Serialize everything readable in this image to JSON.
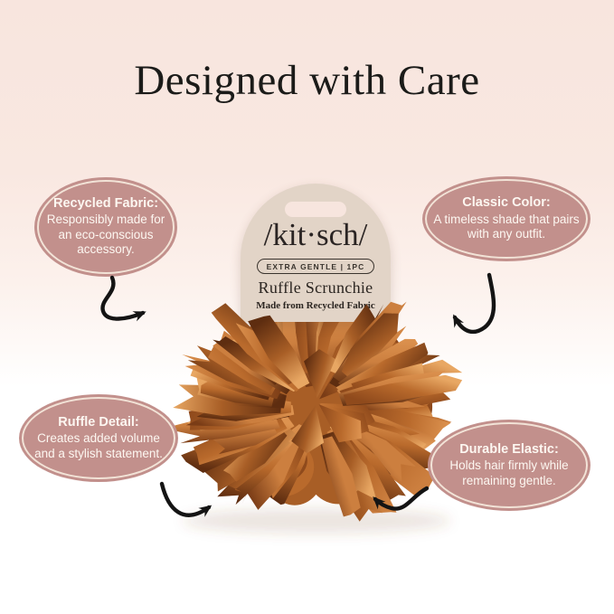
{
  "page": {
    "title": "Designed with Care"
  },
  "card": {
    "brand": "/kit·sch/",
    "badge": "EXTRA GENTLE | 1PC",
    "product_name": "Ruffle Scrunchie",
    "tagline": "Made from Recycled Fabric"
  },
  "callouts": [
    {
      "id": "recycled-fabric",
      "heading": "Recycled Fabric:",
      "body": "Responsibly made for an eco-conscious accessory."
    },
    {
      "id": "classic-color",
      "heading": "Classic Color:",
      "body": "A timeless shade that pairs with any outfit."
    },
    {
      "id": "ruffle-detail",
      "heading": "Ruffle Detail:",
      "body": "Creates added volume and a stylish statement."
    },
    {
      "id": "durable-elastic",
      "heading": "Durable Elastic:",
      "body": "Holds hair firmly while remaining gentle."
    }
  ],
  "colors": {
    "background_top": "#f8e5de",
    "background_bottom": "#ffffff",
    "title_text": "#1b1b19",
    "bubble_fill": "#c2908c",
    "bubble_ring": "#f7ecdf",
    "bubble_text": "#fdf7f1",
    "card_fill": "#e2d4c7",
    "card_text": "#2b2521",
    "arrow": "#141414",
    "scrunchie_palette": [
      "#5e2d10",
      "#7a3c16",
      "#8f4a1c",
      "#a85e26",
      "#b96a2c",
      "#cc7f3f",
      "#dd9350",
      "#e8a763"
    ]
  }
}
